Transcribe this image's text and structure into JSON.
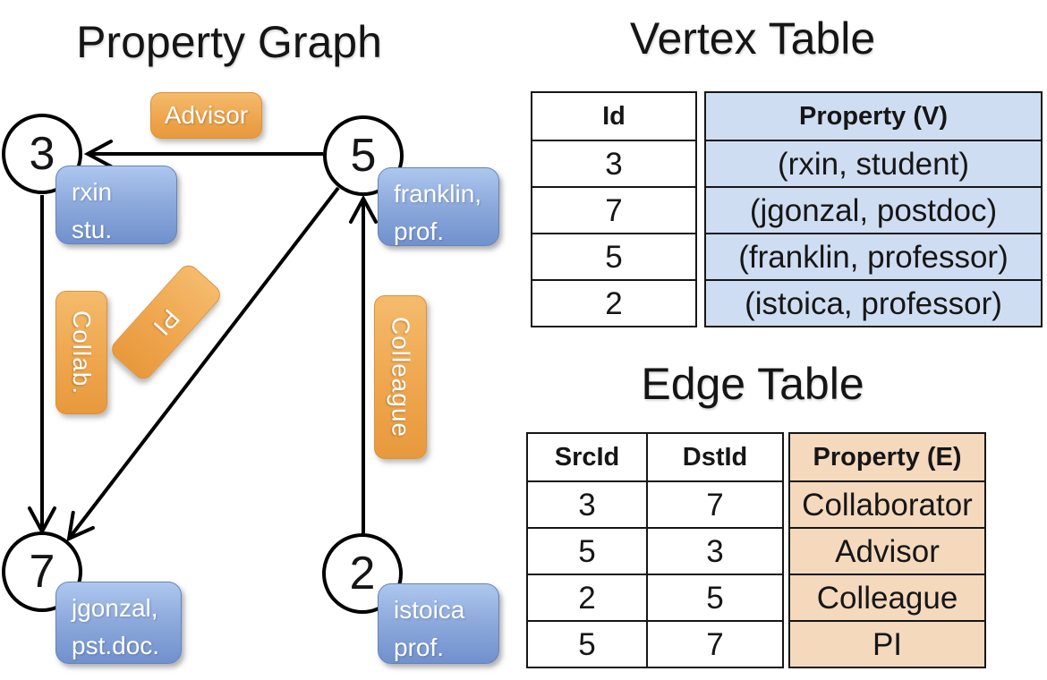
{
  "graph": {
    "title": "Property Graph",
    "nodes": [
      {
        "id": "3",
        "prop_line1": "rxin",
        "prop_line2": "stu."
      },
      {
        "id": "5",
        "prop_line1": "franklin,",
        "prop_line2": "prof."
      },
      {
        "id": "7",
        "prop_line1": "jgonzal,",
        "prop_line2": "pst.doc."
      },
      {
        "id": "2",
        "prop_line1": "istoica",
        "prop_line2": "prof."
      }
    ],
    "edge_labels": {
      "advisor": "Advisor",
      "collab": "Collab.",
      "pi": "PI",
      "colleague": "Colleague"
    }
  },
  "vertex_table": {
    "title": "Vertex Table",
    "col1_header": "Id",
    "col2_header": "Property (V)",
    "rows": [
      {
        "id": "3",
        "property": "(rxin, student)"
      },
      {
        "id": "7",
        "property": "(jgonzal, postdoc)"
      },
      {
        "id": "5",
        "property": "(franklin, professor)"
      },
      {
        "id": "2",
        "property": "(istoica, professor)"
      }
    ]
  },
  "edge_table": {
    "title": "Edge Table",
    "col1_header": "SrcId",
    "col2_header": "DstId",
    "col3_header": "Property (E)",
    "rows": [
      {
        "src": "3",
        "dst": "7",
        "property": "Collaborator"
      },
      {
        "src": "5",
        "dst": "3",
        "property": "Advisor"
      },
      {
        "src": "2",
        "dst": "5",
        "property": "Colleague"
      },
      {
        "src": "5",
        "dst": "7",
        "property": "PI"
      }
    ]
  },
  "colors": {
    "edge_label_orange": "#efa64e",
    "vertex_label_blue": "#8fabdd",
    "vertex_table_cell_blue": "#cfddf2",
    "edge_table_cell_tan": "#f4d9bd",
    "line_color": "#000000"
  }
}
